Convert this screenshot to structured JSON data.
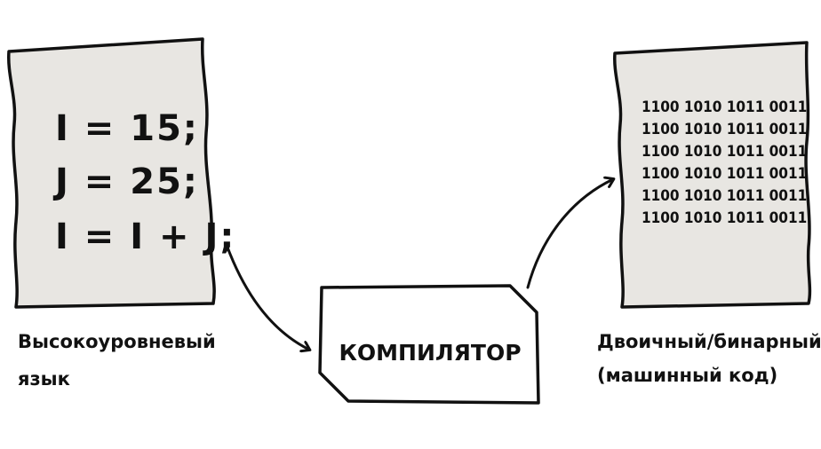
{
  "source_code": {
    "lines": [
      "I = 15;",
      "J = 25;",
      "I = I + J;"
    ]
  },
  "source_caption": {
    "line1": "Высокоуровневый",
    "line2": "язык"
  },
  "compiler": {
    "label": "КОМПИЛЯТОР"
  },
  "binary_code": {
    "lines": [
      "1100 1010 1011 0011",
      "1100 1010 1011 0011",
      "1100 1010 1011 0011",
      "1100 1010 1011 0011",
      "1100 1010 1011 0011",
      "1100 1010 1011 0011"
    ]
  },
  "binary_caption": {
    "line1": "Двоичный/бинарный",
    "line2": "(машинный код)"
  },
  "colors": {
    "paper": "#e8e6e2",
    "stroke": "#111111",
    "box": "#ffffff"
  }
}
